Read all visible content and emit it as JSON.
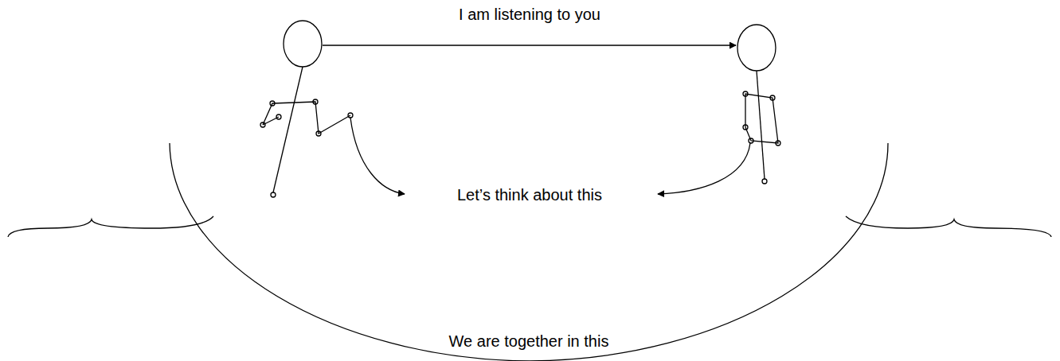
{
  "diagram": {
    "nodes": [
      {
        "text": [
          "We are together in this"
        ]
      }
    ],
    "labels": [
      "I am listening to you",
      "Let’s think about this"
    ]
  }
}
